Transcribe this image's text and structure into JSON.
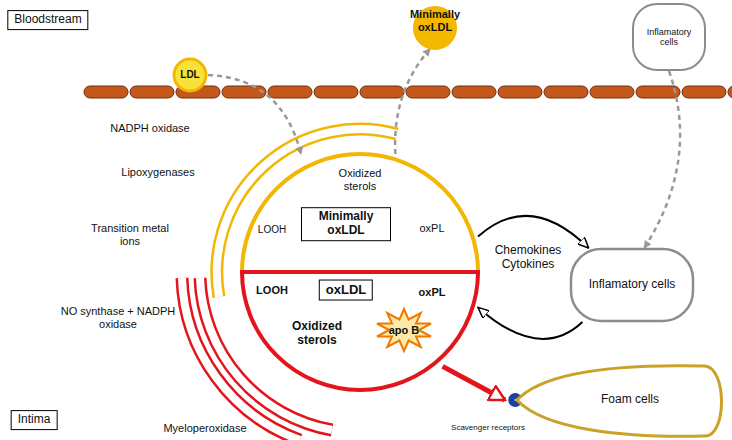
{
  "diagram": {
    "nodes": [
      {
        "text": [
          "Bloodstream"
        ]
      },
      {
        "text": [
          "LDL"
        ]
      },
      {
        "text": [
          "Minimally oxLDL"
        ]
      },
      {
        "text": [
          "Inflamatory cells"
        ]
      },
      {
        "text": [
          "Oxidized sterols",
          "LOOH",
          "oxPL"
        ]
      },
      {
        "text": [
          "Minimally oxLDL"
        ],
        "in": 4
      },
      {
        "text": [
          "LOOH",
          "oxPL",
          "Oxidized sterols"
        ]
      },
      {
        "text": [
          "oxLDL"
        ],
        "in": 6
      },
      {
        "text": [
          "apo B"
        ],
        "in": 6
      },
      {
        "text": [
          "Inflamatory cells"
        ]
      },
      {
        "text": [
          "Foam cells"
        ]
      },
      {
        "text": [
          "Intima"
        ]
      }
    ],
    "edges": [
      {
        "from": 1,
        "to": 4,
        "arrow": "to"
      },
      {
        "from": 4,
        "to": 2,
        "arrow": "to"
      },
      {
        "from": 3,
        "to": 9,
        "arrow": "to"
      },
      {
        "from": 4,
        "to": 9,
        "arrow": "to"
      },
      {
        "from": 9,
        "to": 6,
        "arrow": "to"
      },
      {
        "from": 6,
        "to": 10,
        "arrow": "to"
      }
    ],
    "labels": [
      "NADPH oxidase",
      "Lipoxygenases",
      "Transition metal ions",
      "NO synthase + NADPH oxidase",
      "Myeloperoxidase",
      "Chemokines Cytokines",
      "Scavenger receptors"
    ]
  }
}
